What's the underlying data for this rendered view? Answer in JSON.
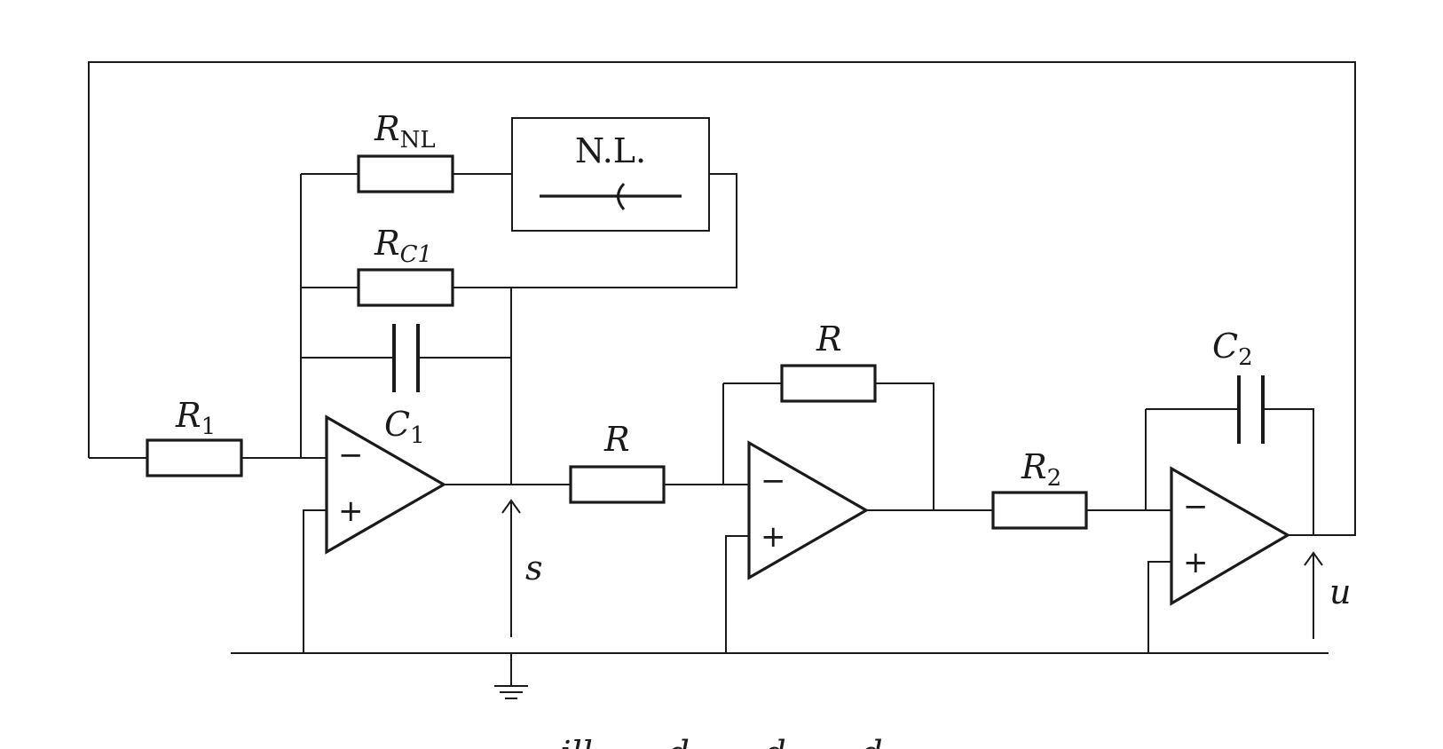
{
  "labels": {
    "r1": "R",
    "r1_sub": "1",
    "rnl": "R",
    "rnl_sub": "NL",
    "rc1": "R",
    "rc1_sub": "C1",
    "c1": "C",
    "c1_sub": "1",
    "r_inv_in": "R",
    "r_inv_fb": "R",
    "r2": "R",
    "r2_sub": "2",
    "c2": "C",
    "c2_sub": "2",
    "s": "s",
    "u": "u"
  },
  "nonlinear_block": {
    "title": "N.L."
  },
  "opamp_signs": {
    "minus": "−",
    "plus": "+"
  },
  "caption_fragment": "...ill...  ...d...  ...d...  ...d..."
}
